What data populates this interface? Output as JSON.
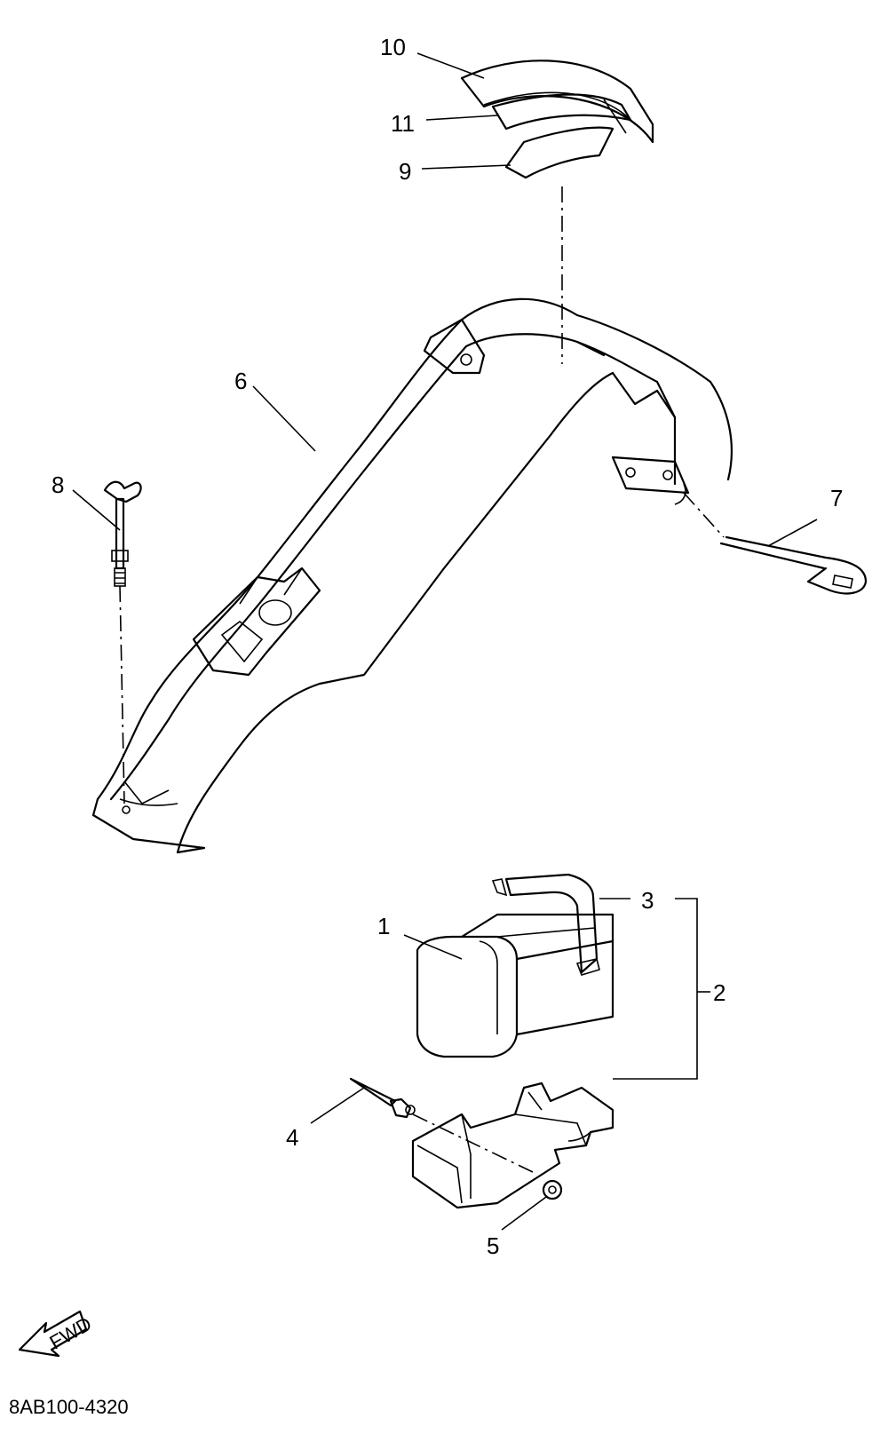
{
  "callouts": {
    "c1": "1",
    "c2": "2",
    "c3": "3",
    "c4": "4",
    "c5": "5",
    "c6": "6",
    "c7": "7",
    "c8": "8",
    "c9": "9",
    "c10": "10",
    "c11": "11"
  },
  "fwd_label": "FWD",
  "diagram_code": "8AB100-4320",
  "colors": {
    "line": "#000000",
    "background": "#ffffff"
  }
}
